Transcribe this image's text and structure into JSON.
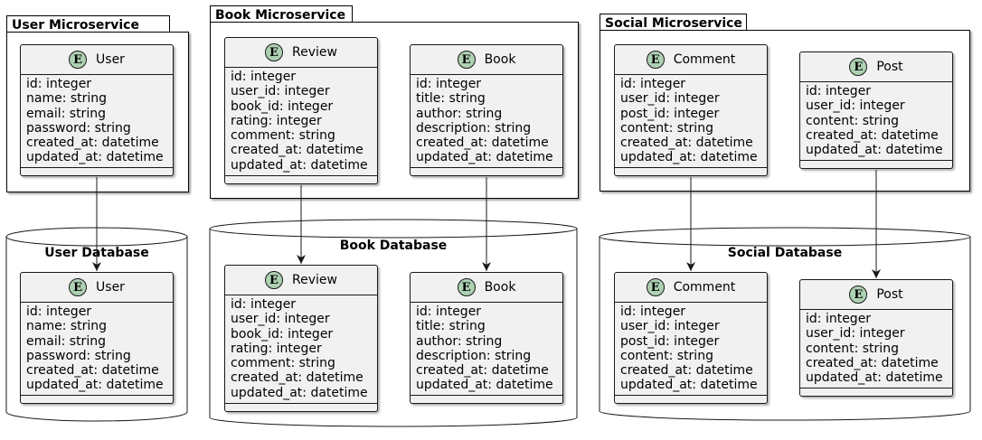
{
  "packages": {
    "user": {
      "title": "User Microservice"
    },
    "book": {
      "title": "Book Microservice"
    },
    "social": {
      "title": "Social Microservice"
    }
  },
  "databases": {
    "user": {
      "title": "User Database"
    },
    "book": {
      "title": "Book Database"
    },
    "social": {
      "title": "Social Database"
    }
  },
  "entities": {
    "user_ms_user": {
      "badge": "E",
      "name": "User",
      "attrs": [
        "id: integer",
        "name: string",
        "email: string",
        "password: string",
        "created_at: datetime",
        "updated_at: datetime"
      ]
    },
    "book_ms_review": {
      "badge": "E",
      "name": "Review",
      "attrs": [
        "id: integer",
        "user_id: integer",
        "book_id: integer",
        "rating: integer",
        "comment: string",
        "created_at: datetime",
        "updated_at: datetime"
      ]
    },
    "book_ms_book": {
      "badge": "E",
      "name": "Book",
      "attrs": [
        "id: integer",
        "title: string",
        "author: string",
        "description: string",
        "created_at: datetime",
        "updated_at: datetime"
      ]
    },
    "social_ms_comment": {
      "badge": "E",
      "name": "Comment",
      "attrs": [
        "id: integer",
        "user_id: integer",
        "post_id: integer",
        "content: string",
        "created_at: datetime",
        "updated_at: datetime"
      ]
    },
    "social_ms_post": {
      "badge": "E",
      "name": "Post",
      "attrs": [
        "id: integer",
        "user_id: integer",
        "content: string",
        "created_at: datetime",
        "updated_at: datetime"
      ]
    },
    "user_db_user": {
      "badge": "E",
      "name": "User",
      "attrs": [
        "id: integer",
        "name: string",
        "email: string",
        "password: string",
        "created_at: datetime",
        "updated_at: datetime"
      ]
    },
    "book_db_review": {
      "badge": "E",
      "name": "Review",
      "attrs": [
        "id: integer",
        "user_id: integer",
        "book_id: integer",
        "rating: integer",
        "comment: string",
        "created_at: datetime",
        "updated_at: datetime"
      ]
    },
    "book_db_book": {
      "badge": "E",
      "name": "Book",
      "attrs": [
        "id: integer",
        "title: string",
        "author: string",
        "description: string",
        "created_at: datetime",
        "updated_at: datetime"
      ]
    },
    "social_db_comment": {
      "badge": "E",
      "name": "Comment",
      "attrs": [
        "id: integer",
        "user_id: integer",
        "post_id: integer",
        "content: string",
        "created_at: datetime",
        "updated_at: datetime"
      ]
    },
    "social_db_post": {
      "badge": "E",
      "name": "Post",
      "attrs": [
        "id: integer",
        "user_id: integer",
        "content: string",
        "created_at: datetime",
        "updated_at: datetime"
      ]
    }
  },
  "colors": {
    "entity_fill": "#f1f1f1",
    "badge_fill": "#add1b2",
    "line": "#181818"
  }
}
